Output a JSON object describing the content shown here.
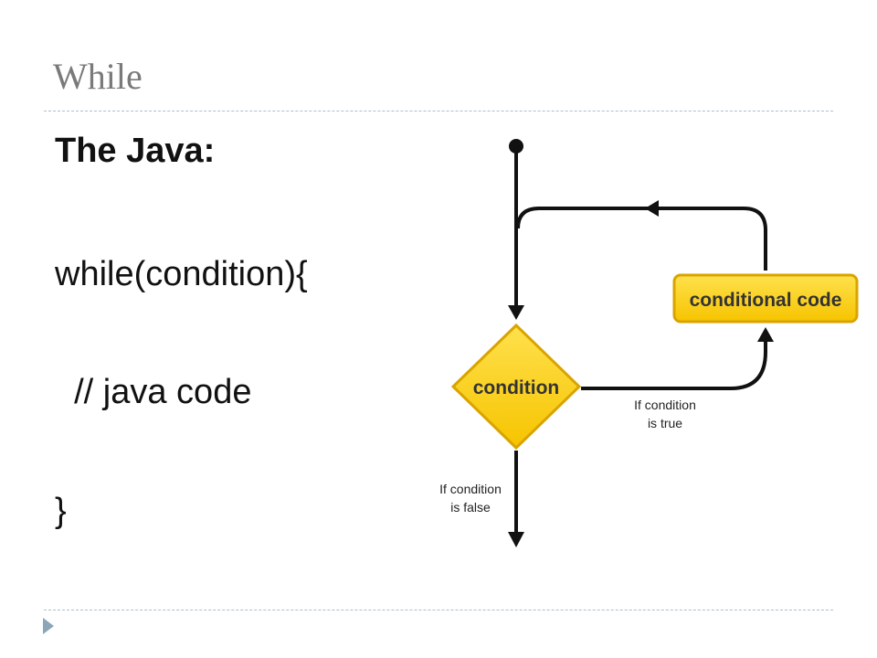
{
  "slide": {
    "title": "While",
    "heading": "The Java:",
    "code_lines": [
      "while(condition){",
      "  // java code",
      "}"
    ]
  },
  "diagram": {
    "condition_label": "condition",
    "conditional_code_label": "conditional code",
    "true_label": [
      "If condition",
      "is true"
    ],
    "false_label": [
      "If condition",
      "is false"
    ],
    "colors": {
      "box_fill": "#fdd835",
      "box_border": "#d9a400",
      "line": "#111111"
    }
  },
  "icons": {
    "bullet": "triangle-right-icon"
  }
}
